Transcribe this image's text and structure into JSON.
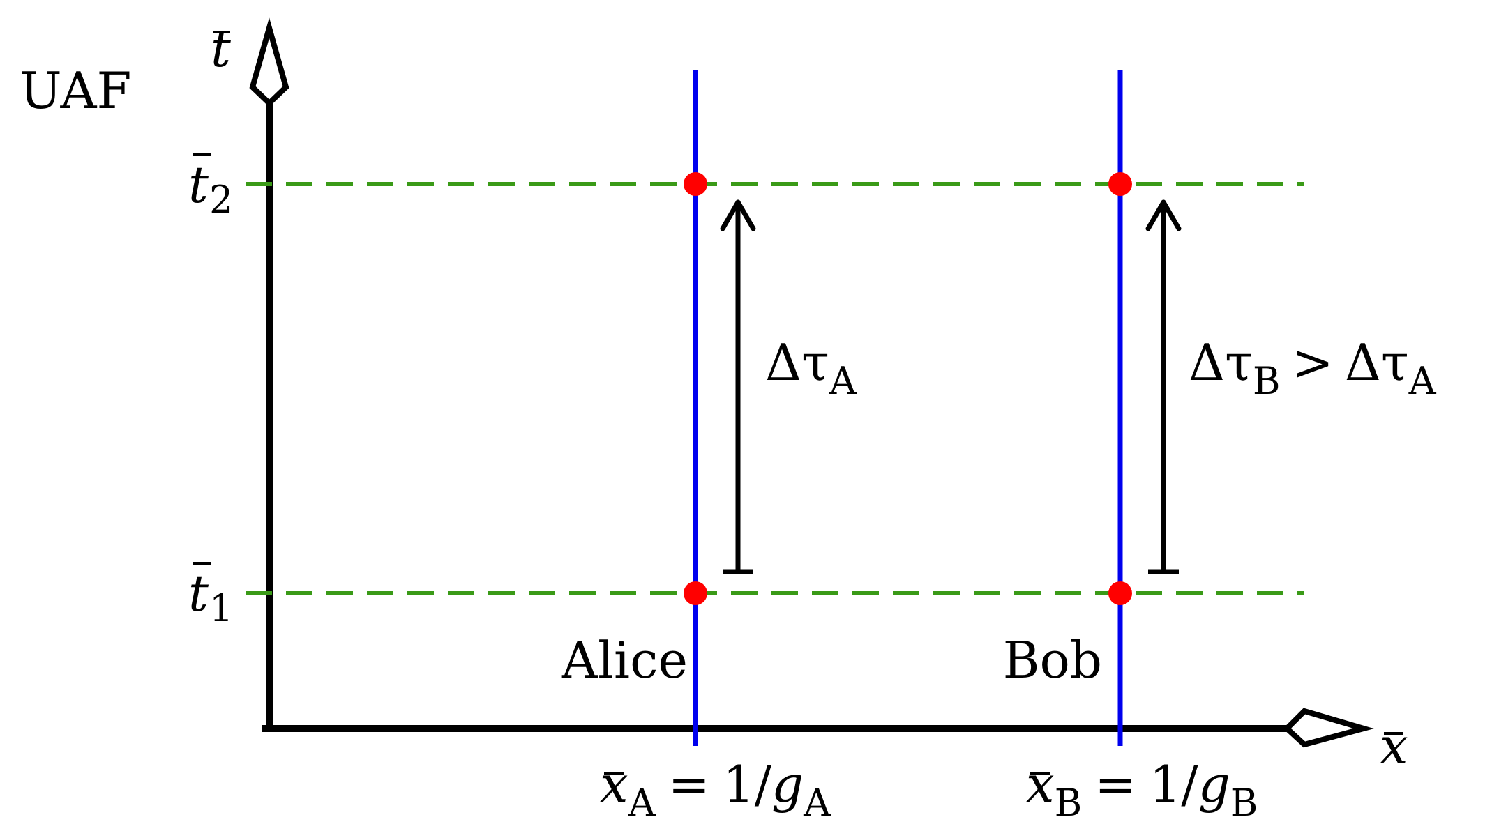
{
  "frame_label": "UAF",
  "axes": {
    "t_symbol": "t",
    "x_symbol": "x"
  },
  "levels": {
    "t2": {
      "symbol": "t",
      "subscript": "2"
    },
    "t1": {
      "symbol": "t",
      "subscript": "1"
    }
  },
  "observers": {
    "alice": {
      "name": "Alice",
      "x_symbol": "x",
      "subscript": "A",
      "equals": "=",
      "value_prefix": "1/",
      "g_symbol": "g",
      "g_subscript": "A",
      "interval_symbol": "Δτ",
      "interval_subscript": "A"
    },
    "bob": {
      "name": "Bob",
      "x_symbol": "x",
      "subscript": "B",
      "equals": "=",
      "value_prefix": "1/",
      "g_symbol": "g",
      "g_subscript": "B",
      "interval_symbol": "Δτ",
      "interval_subscript": "B",
      "comparison": ">",
      "compare_symbol": "Δτ",
      "compare_subscript": "A"
    }
  },
  "colors": {
    "axis": "#000000",
    "worldline": "#0000ee",
    "dashed": "#3a9a17",
    "event": "#ff0000",
    "arrow": "#000000"
  }
}
